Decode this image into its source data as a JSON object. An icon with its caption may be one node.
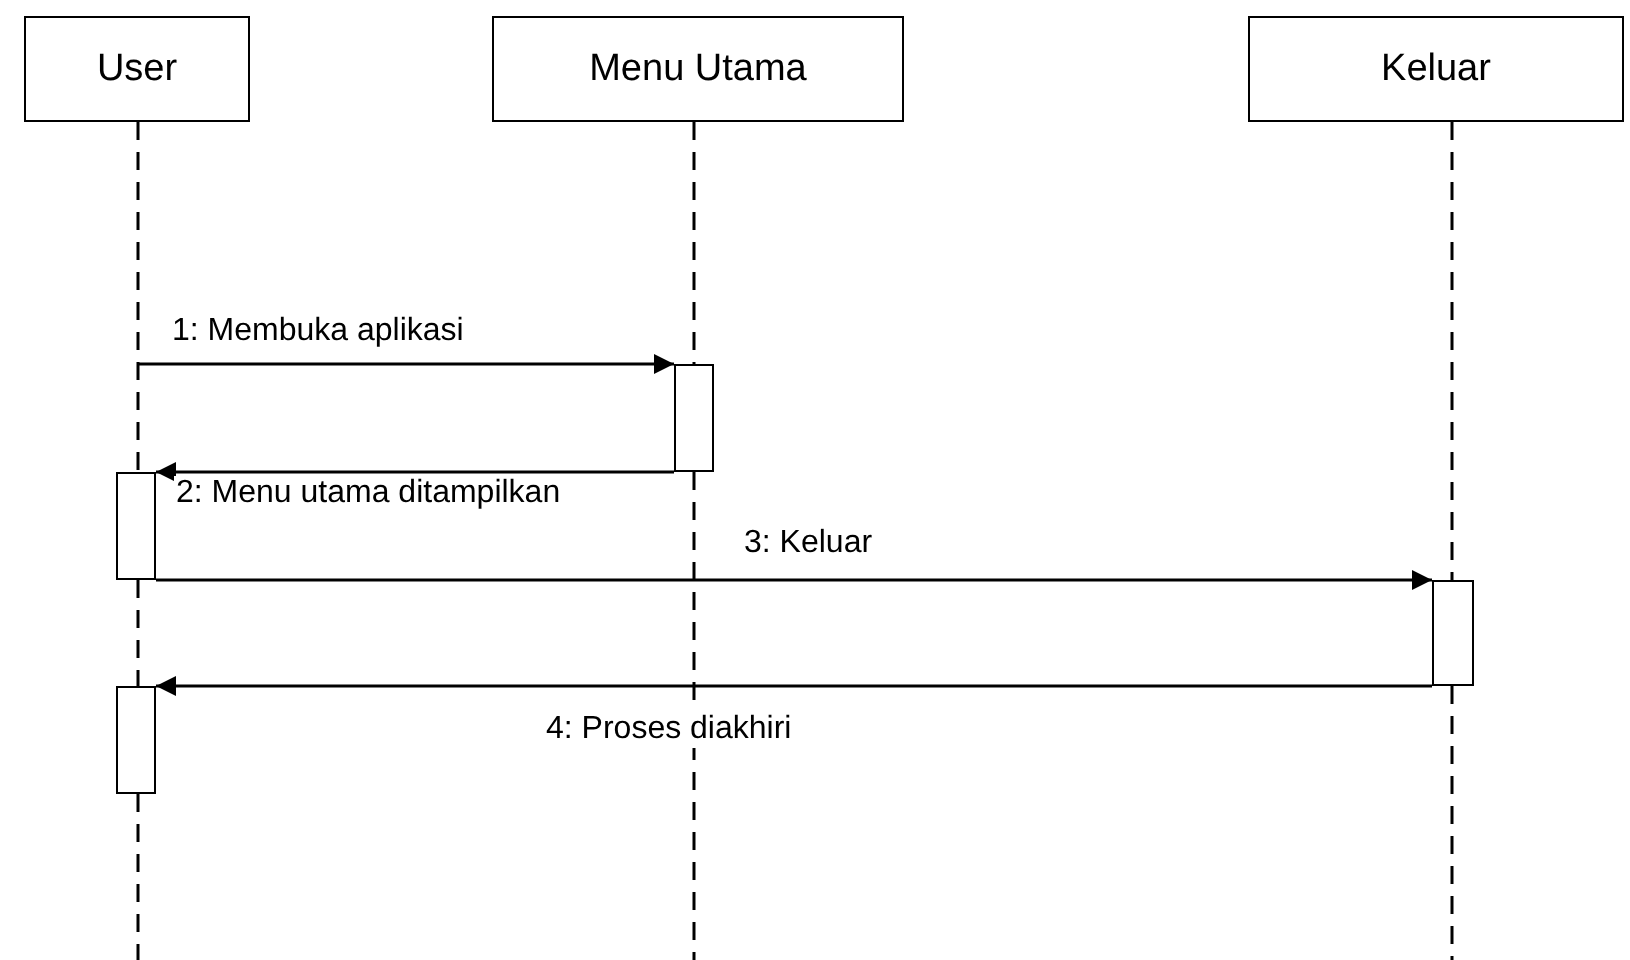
{
  "diagram": {
    "nodes": [
      {
        "text": [
          "User"
        ]
      },
      {
        "text": [
          "Menu Utama"
        ]
      },
      {
        "text": [
          "Keluar"
        ]
      },
      {
        "text": [],
        "shape": "bar"
      },
      {
        "text": [],
        "shape": "bar"
      },
      {
        "text": [],
        "shape": "bar"
      },
      {
        "text": [],
        "shape": "bar"
      }
    ],
    "edges": [
      {
        "from": null,
        "to": 3,
        "arrow": "to",
        "label": "1: Membuka aplikasi"
      },
      {
        "from": 3,
        "to": 4,
        "arrow": "to",
        "label": "2: Menu utama ditampilkan"
      },
      {
        "from": 4,
        "to": 5,
        "arrow": "to",
        "label": "3: Keluar"
      },
      {
        "from": 5,
        "to": 6,
        "arrow": "to",
        "label": "4: Proses diakhiri"
      },
      {
        "from": 0,
        "to": 4,
        "arrow": "none",
        "style": "dashed"
      },
      {
        "from": 4,
        "to": 6,
        "arrow": "none",
        "style": "dashed"
      },
      {
        "from": 6,
        "to": null,
        "arrow": "none",
        "style": "dashed"
      },
      {
        "from": 1,
        "to": 3,
        "arrow": "none",
        "style": "dashed"
      },
      {
        "from": 3,
        "to": null,
        "arrow": "none",
        "style": "dashed"
      },
      {
        "from": 2,
        "to": 5,
        "arrow": "none",
        "style": "dashed"
      },
      {
        "from": 5,
        "to": null,
        "arrow": "none",
        "style": "dashed"
      }
    ]
  }
}
